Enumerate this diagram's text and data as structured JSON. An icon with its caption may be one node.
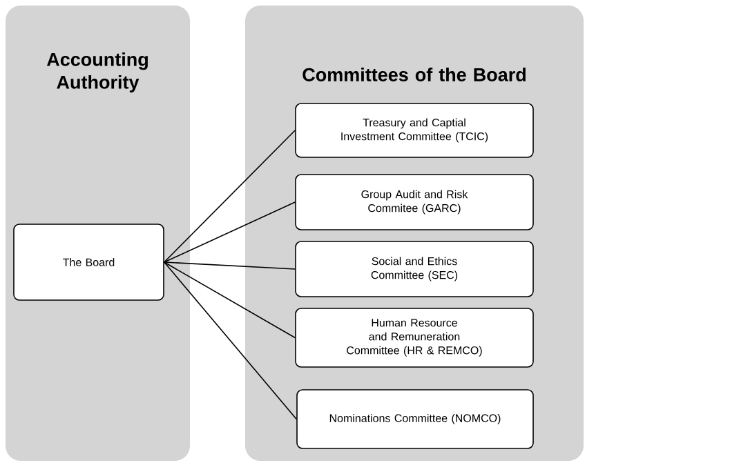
{
  "diagram": {
    "nodes": [
      {
        "text": [
          "Accounting Authority"
        ]
      },
      {
        "text": [
          "Committees of the Board"
        ]
      },
      {
        "text": [
          "The Board"
        ],
        "in": 0
      },
      {
        "text": [
          "Treasury and Captial Investment Committee (TCIC)"
        ],
        "in": 1
      },
      {
        "text": [
          "Group Audit and Risk Commitee (GARC)"
        ],
        "in": 1
      },
      {
        "text": [
          "Social and Ethics Committee (SEC)"
        ],
        "in": 1
      },
      {
        "text": [
          "Human Resource and Remuneration Committee (HR & REMCO)"
        ],
        "in": 1
      },
      {
        "text": [
          "Nominations Committee (NOMCO)"
        ],
        "in": 1
      }
    ],
    "edges": [
      {
        "from": 2,
        "to": 3,
        "arrow": "none"
      },
      {
        "from": 2,
        "to": 4,
        "arrow": "none"
      },
      {
        "from": 2,
        "to": 5,
        "arrow": "none"
      },
      {
        "from": 2,
        "to": 6,
        "arrow": "none"
      },
      {
        "from": 2,
        "to": 7,
        "arrow": "none"
      }
    ]
  }
}
